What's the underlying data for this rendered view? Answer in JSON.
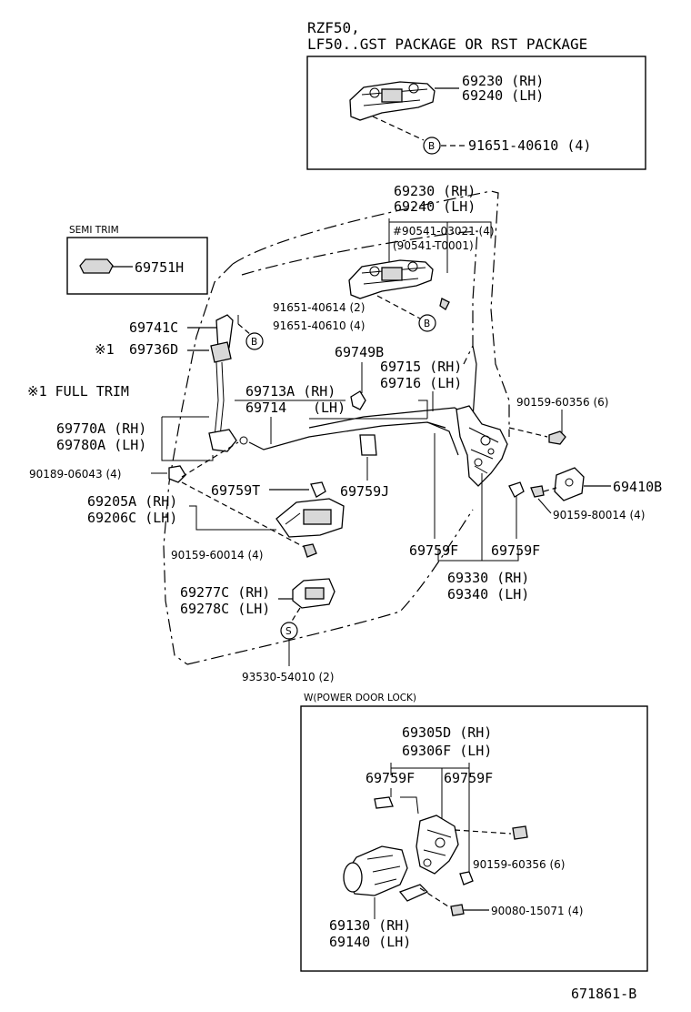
{
  "header": {
    "line1": "RZF50,",
    "line2": "LF50..GST PACKAGE OR RST PACKAGE"
  },
  "top_box": {
    "handle_rh": "69230 (RH)",
    "handle_lh": "69240 (LH)",
    "marker": "B",
    "screw": "91651-40610 (4)"
  },
  "semi_trim": {
    "title": "SEMI TRIM",
    "part": "69751H"
  },
  "full_trim": {
    "note": "※1  FULL TRIM"
  },
  "labels": {
    "handle_rh": "69230 (RH)",
    "handle_lh": "69240 (LH)",
    "bolt_a": "#90541-03021 (4)",
    "bolt_b": "(90541-T0001)",
    "screw_a": "91651-40614 (2)",
    "screw_b": "91651-40610 (4)",
    "marker_b1": "B",
    "marker_b2": "B",
    "p69741c": "69741C",
    "p69736d_mark": "※1",
    "p69736d": "69736D",
    "p69749b": "69749B",
    "p69715": "69715 (RH)",
    "p69716": "69716 (LH)",
    "p69713a": "69713A (RH)",
    "p69714": "69714",
    "p69714_lh": "(LH)",
    "p69770a": "69770A (RH)",
    "p69780a": "69780A (LH)",
    "screw_c": "90159-60356 (6)",
    "screw_d": "90189-06043 (4)",
    "p69759t": "69759T",
    "p69759j": "69759J",
    "p69410b": "69410B",
    "p69205a": "69205A (RH)",
    "p69206c": "69206C (LH)",
    "screw_e": "90159-80014 (4)",
    "screw_f": "90159-60014 (4)",
    "p69759f_a": "69759F",
    "p69759f_b": "69759F",
    "p69330": "69330 (RH)",
    "p69340": "69340 (LH)",
    "p69277c": "69277C (RH)",
    "p69278c": "69278C (LH)",
    "marker_s": "S",
    "screw_g": "93530-54010 (2)"
  },
  "power_lock_box": {
    "title": "W(POWER DOOR LOCK)",
    "p69305d": "69305D (RH)",
    "p69306f": "69306F (LH)",
    "p69759f_a": "69759F",
    "p69759f_b": "69759F",
    "screw_a": "90159-60356 (6)",
    "screw_b": "90080-15071 (4)",
    "p69130": "69130 (RH)",
    "p69140": "69140 (LH)"
  },
  "footer": {
    "code": "671861-B"
  }
}
